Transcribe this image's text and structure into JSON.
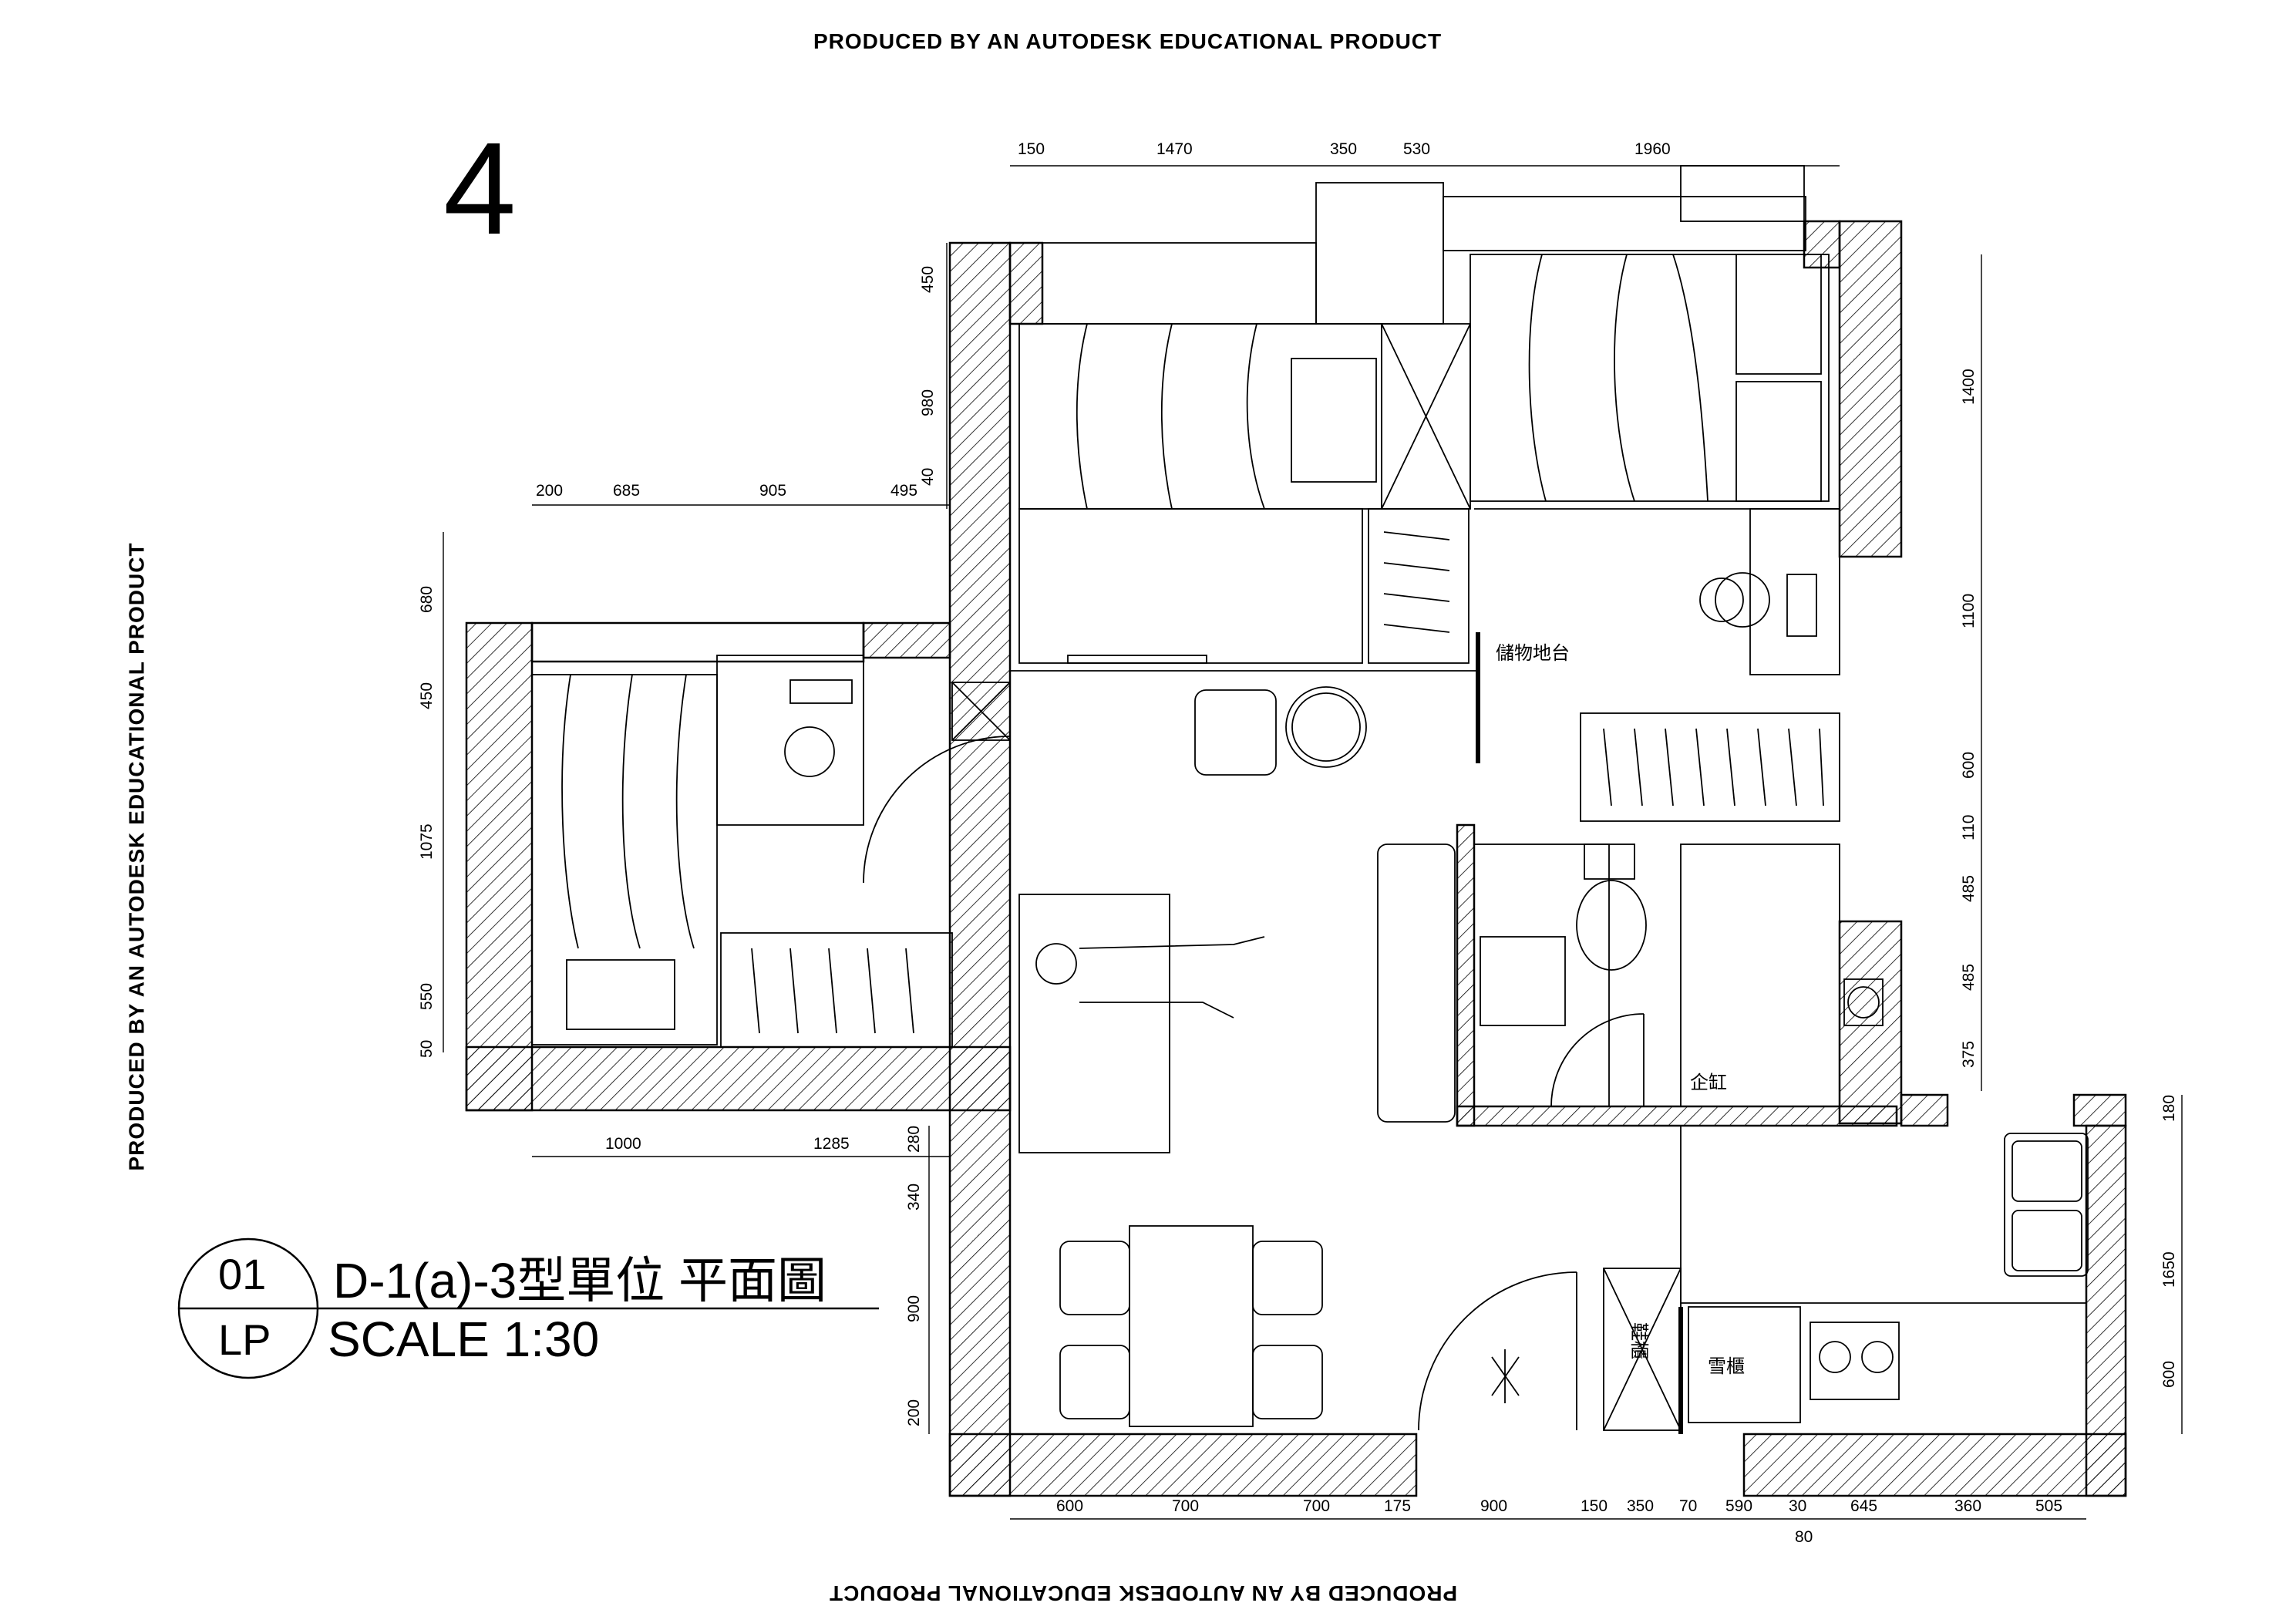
{
  "watermark": "PRODUCED BY AN AUTODESK EDUCATIONAL PRODUCT",
  "sheet_number": "4",
  "title": {
    "code_top": "01",
    "code_bottom": "LP",
    "name": "D-1(a)-3型單位 平面圖",
    "scale": "SCALE 1:30"
  },
  "room_labels": {
    "storage_platform": "儲物地台",
    "shower": "企缸",
    "shoe_cabinet": "鞋櫃",
    "fridge": "雪櫃"
  },
  "dimensions": {
    "top": [
      "150",
      "1470",
      "350",
      "530",
      "1960"
    ],
    "left_upper": [
      "450",
      "980",
      "40"
    ],
    "left_room_top": [
      "200",
      "685",
      "905",
      "495"
    ],
    "left_room_side": [
      "680",
      "450",
      "1075",
      "550",
      "50"
    ],
    "left_room_bottom": [
      "1000",
      "1285"
    ],
    "left_lower": [
      "280",
      "340",
      "900",
      "200"
    ],
    "right": [
      "1400",
      "1100",
      "600",
      "110",
      "485",
      "485",
      "375"
    ],
    "right_kitchen": [
      "180",
      "1650",
      "600"
    ],
    "bottom": [
      "600",
      "700",
      "700",
      "175",
      "900",
      "150",
      "350",
      "70",
      "590",
      "30",
      "645",
      "360",
      "505"
    ],
    "bottom_extra": "80"
  },
  "colors": {
    "line": "#000000",
    "hatch": "#000000",
    "background": "#ffffff"
  }
}
